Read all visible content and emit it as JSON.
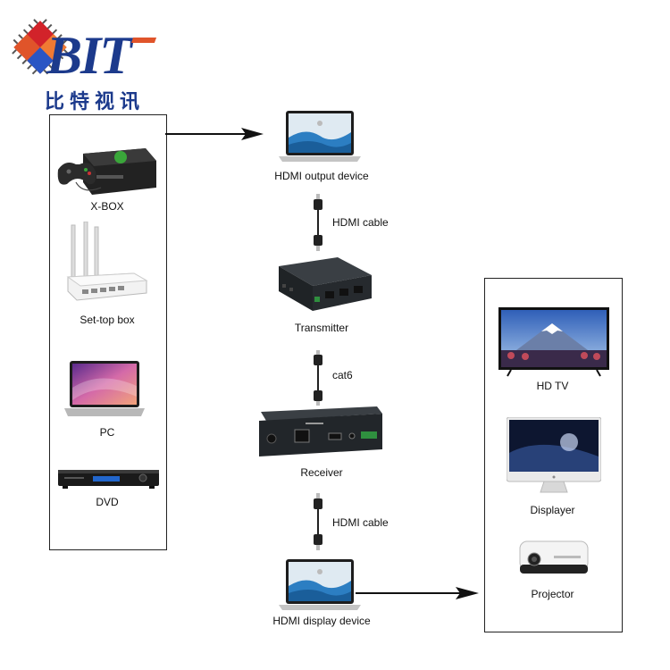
{
  "logo": {
    "wordmark": "BIT",
    "chinese": "比特视讯"
  },
  "sources": [
    {
      "label": "X-BOX",
      "icon": "xbox-console-icon"
    },
    {
      "label": "Set-top box",
      "icon": "router-icon"
    },
    {
      "label": "PC",
      "icon": "laptop-icon"
    },
    {
      "label": "DVD",
      "icon": "dvd-player-icon"
    }
  ],
  "center": {
    "output_device": "HDMI output device",
    "cable1": "HDMI cable",
    "transmitter": "Transmitter",
    "cable2": "cat6",
    "receiver": "Receiver",
    "cable3": "HDMI cable",
    "display_device": "HDMI display device"
  },
  "displays": [
    {
      "label": "HD TV",
      "icon": "tv-icon"
    },
    {
      "label": "Displayer",
      "icon": "monitor-icon"
    },
    {
      "label": "Projector",
      "icon": "projector-icon"
    }
  ],
  "colors": {
    "logo_blue": "#1c3a8c",
    "logo_orange": "#e0542a",
    "logo_red": "#d2232a"
  }
}
